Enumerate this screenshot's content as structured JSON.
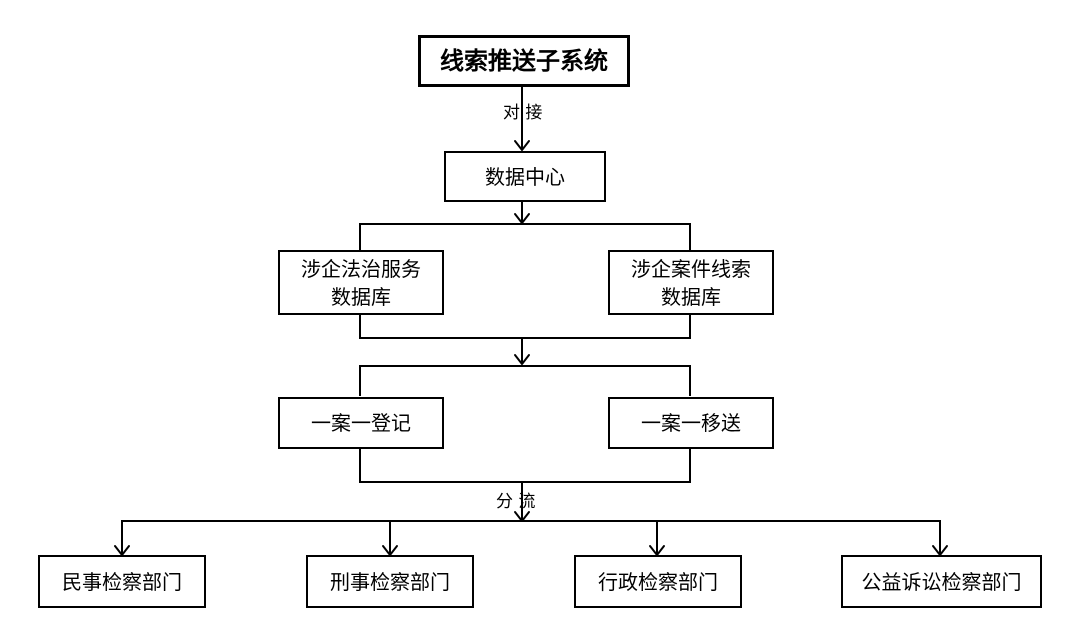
{
  "title": "线索推送子系统",
  "connector_labels": {
    "dock": "对  接",
    "split": "分  流"
  },
  "data_center": "数据中心",
  "databases": {
    "legal_service": {
      "line1": "涉企法治服务",
      "line2": "数据库"
    },
    "case_clues": {
      "line1": "涉企案件线索",
      "line2": "数据库"
    }
  },
  "processes": {
    "register": "一案一登记",
    "transfer": "一案一移送"
  },
  "departments": [
    "民事检察部门",
    "刑事检察部门",
    "行政检察部门",
    "公益诉讼检察部门"
  ]
}
